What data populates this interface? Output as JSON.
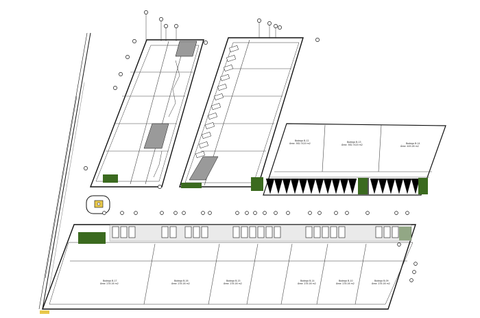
{
  "drawing": {
    "colors": {
      "line": "#111111",
      "green": "#3b6a1f",
      "gray": "#9a9a9a",
      "background": "#ffffff",
      "accent": "#e8c84a"
    },
    "upper_units": [
      {
        "line1": "Bodega B-12",
        "line2": "Área: 382.7420 m2"
      },
      {
        "line1": "Bodega B-13",
        "line2": "Área: 382.7420 m2"
      },
      {
        "line1": "Bodega B-14",
        "line2": "Área: 445.28 m2"
      }
    ],
    "lower_units": [
      {
        "line1": "Bodega B-17",
        "line2": "Área: 235.16 m2"
      },
      {
        "line1": "Bodega B-16",
        "line2": "Área: 235.16 m2"
      },
      {
        "line1": "Bodega B-15",
        "line2": "Área: 235.16 m2"
      },
      {
        "line1": "Bodega B-14",
        "line2": "Área: 235.16 m2"
      },
      {
        "line1": "Bodega B-10",
        "line2": "Área: 235.16 m2"
      },
      {
        "line1": "Bodega B-09",
        "line2": "Área: 235.16 m2"
      }
    ]
  }
}
